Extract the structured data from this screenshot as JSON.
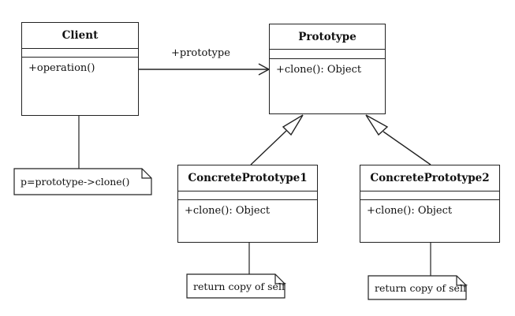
{
  "classes": {
    "client": {
      "name": "Client",
      "operations": [
        "+operation()"
      ]
    },
    "prototype": {
      "name": "Prototype",
      "operations": [
        "+clone(): Object"
      ]
    },
    "concrete1": {
      "name": "ConcretePrototype1",
      "operations": [
        "+clone(): Object"
      ]
    },
    "concrete2": {
      "name": "ConcretePrototype2",
      "operations": [
        "+clone(): Object"
      ]
    }
  },
  "association": {
    "label": "+prototype"
  },
  "notes": {
    "client_note": "p=prototype->clone()",
    "concrete1_note": "return copy of self",
    "concrete2_note": "return copy of self"
  }
}
